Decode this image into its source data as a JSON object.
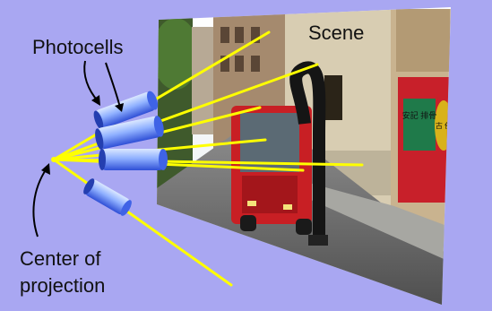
{
  "labels": {
    "photocells": "Photocells",
    "scene": "Scene",
    "center_line1": "Center of",
    "center_line2": "projection"
  },
  "colors": {
    "background": "#a9a7f2",
    "ray": "#ffff00",
    "cylinder": "#3f63e6",
    "arrow": "#000000"
  },
  "scene_signs": {
    "chinese_left": "安記 排骨",
    "chinese_right": "古 佛"
  }
}
